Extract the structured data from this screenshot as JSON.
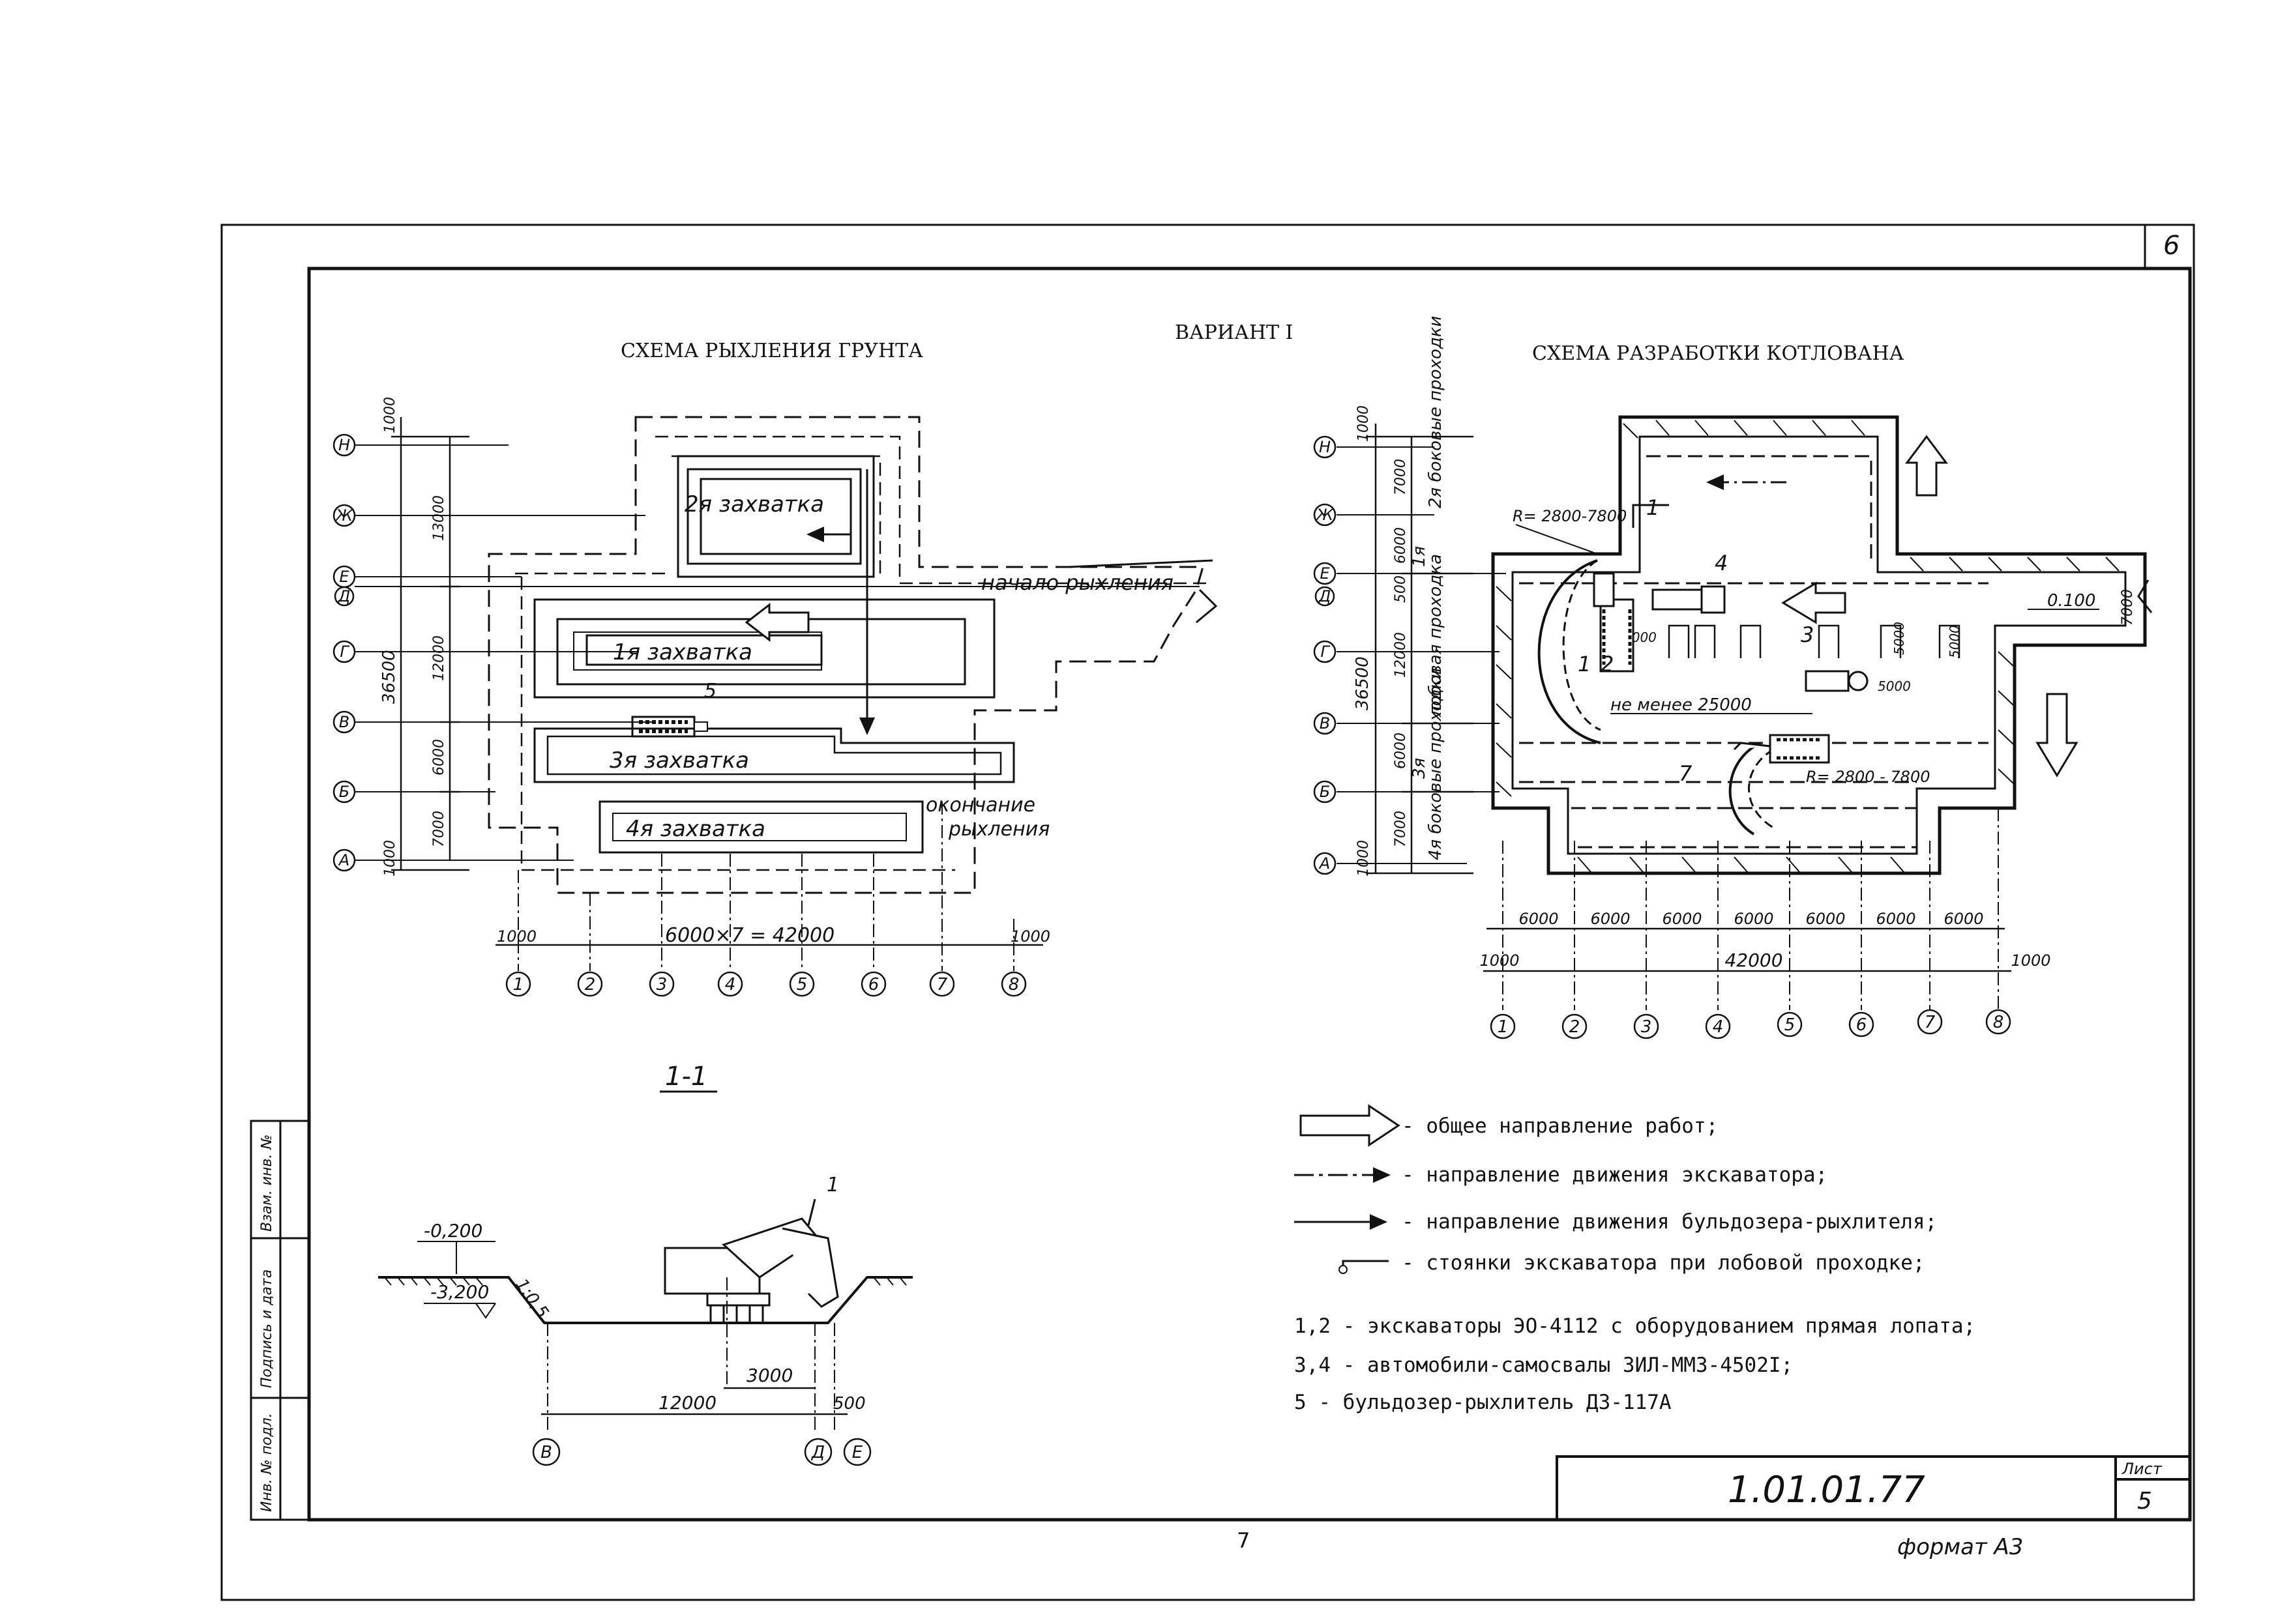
{
  "sheet": {
    "corner_number": "6",
    "variant": "ВАРИАНТ I",
    "page_number": "7",
    "format": "формат А3",
    "doc_code": "1.01.01.77",
    "sheet_label": "Лист",
    "sheet_no": "5",
    "side_stamp": [
      "Инв. № подл.",
      "Подпись и дата",
      "Взам. инв. №"
    ]
  },
  "left_scheme": {
    "title": "СХЕМА РЫХЛЕНИЯ ГРУНТА",
    "row_axes": [
      "Н",
      "Ж",
      "Е",
      "Д",
      "Г",
      "В",
      "Б",
      "А"
    ],
    "col_axes": [
      "1",
      "2",
      "3",
      "4",
      "5",
      "6",
      "7",
      "8"
    ],
    "dims_vertical": [
      "1000",
      "13000",
      "12000",
      "6000",
      "7000",
      "1000"
    ],
    "dim_total": "36500",
    "dim_bottom": "6000×7 = 42000",
    "dim_left_margin": "1000",
    "dim_right_margin": "1000",
    "zones": [
      "2я захватка",
      "1я захватка",
      "3я захватка",
      "4я захватка"
    ],
    "start_label": "начало рыхления",
    "end_label": [
      "окончание",
      "рыхления"
    ],
    "machine_label": "5"
  },
  "right_scheme": {
    "title": "СХЕМА РАЗРАБОТКИ КОТЛОВАНА",
    "row_axes": [
      "Н",
      "Ж",
      "Е",
      "Д",
      "Г",
      "В",
      "Б",
      "А"
    ],
    "col_axes": [
      "1",
      "2",
      "3",
      "4",
      "5",
      "6",
      "7",
      "8"
    ],
    "dims_vertical": [
      "1000",
      "7000",
      "6000",
      "500",
      "12000",
      "6000",
      "7000",
      "1000"
    ],
    "dim_total": "36500",
    "pass_labels": [
      "2я боковые проходки",
      "1я",
      "лобовая проходка",
      "3я",
      "4я боковые проходки"
    ],
    "dims_bottom": [
      "6000",
      "6000",
      "6000",
      "6000",
      "6000",
      "6000",
      "6000"
    ],
    "dim_total_bottom": "42000",
    "dim_left_margin": "1000",
    "dim_right_margin": "1000",
    "radius_top": "R= 2800-7800",
    "radius_bottom": "R= 2800 - 7800",
    "min_distance": "не менее 25000",
    "step_dims": [
      "5000",
      "5000",
      "5000",
      "5000"
    ],
    "level": "0.100",
    "right_dim": "7000",
    "machine_labels": [
      "1",
      "2",
      "3",
      "4",
      "1",
      "7"
    ]
  },
  "section": {
    "title": "1-1",
    "levels": [
      "-0,200",
      "-3,200"
    ],
    "slope": "1:0,5",
    "dims": [
      "3000",
      "12000",
      "500"
    ],
    "axes": [
      "В",
      "Д",
      "Е"
    ],
    "machine_label": "1"
  },
  "legend": [
    "- общее направление работ;",
    "- направление движения экскаватора;",
    "- направление движения бульдозера-рыхлителя;",
    "- стоянки экскаватора при лобовой проходке;"
  ],
  "notes": [
    "1,2  -  экскаваторы ЭО-4112 с оборудованием прямая лопата;",
    "3,4  -  автомобили-самосвалы ЗИЛ-ММЗ-4502I;",
    "5     -  бульдозер-рыхлитель ДЗ-117А"
  ]
}
